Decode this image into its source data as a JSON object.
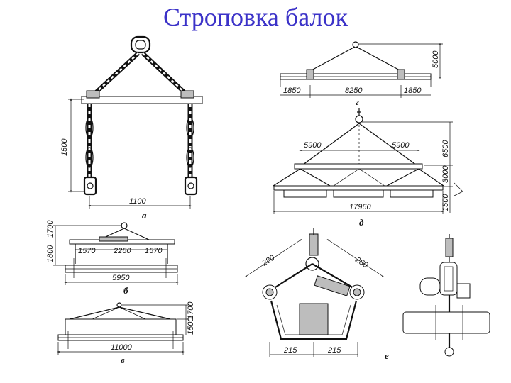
{
  "title": "Строповка балок",
  "panels": {
    "a": {
      "label": "а",
      "height_dim": "1500",
      "width_dim": "1100"
    },
    "b": {
      "label": "б",
      "dim_1700": "1700",
      "dim_1800": "1800",
      "dim_left": "1570",
      "dim_mid": "2260",
      "dim_right": "1570",
      "dim_total": "5950"
    },
    "v": {
      "label": "в",
      "dim_1700": "1700",
      "dim_1500": "1500",
      "dim_total": "11000"
    },
    "g": {
      "label": "г",
      "dim_height": "5000",
      "dim_left": "1850",
      "dim_mid": "8250",
      "dim_right": "1850"
    },
    "d": {
      "label": "д",
      "dim_left": "5900",
      "dim_right": "5900",
      "dim_6500": "6500",
      "dim_3000": "3000",
      "dim_1500": "1500",
      "dim_total": "17960"
    },
    "e": {
      "label": "е",
      "dim_280_left": "280",
      "dim_280_right": "280",
      "dim_215_left": "215",
      "dim_215_right": "215"
    }
  }
}
